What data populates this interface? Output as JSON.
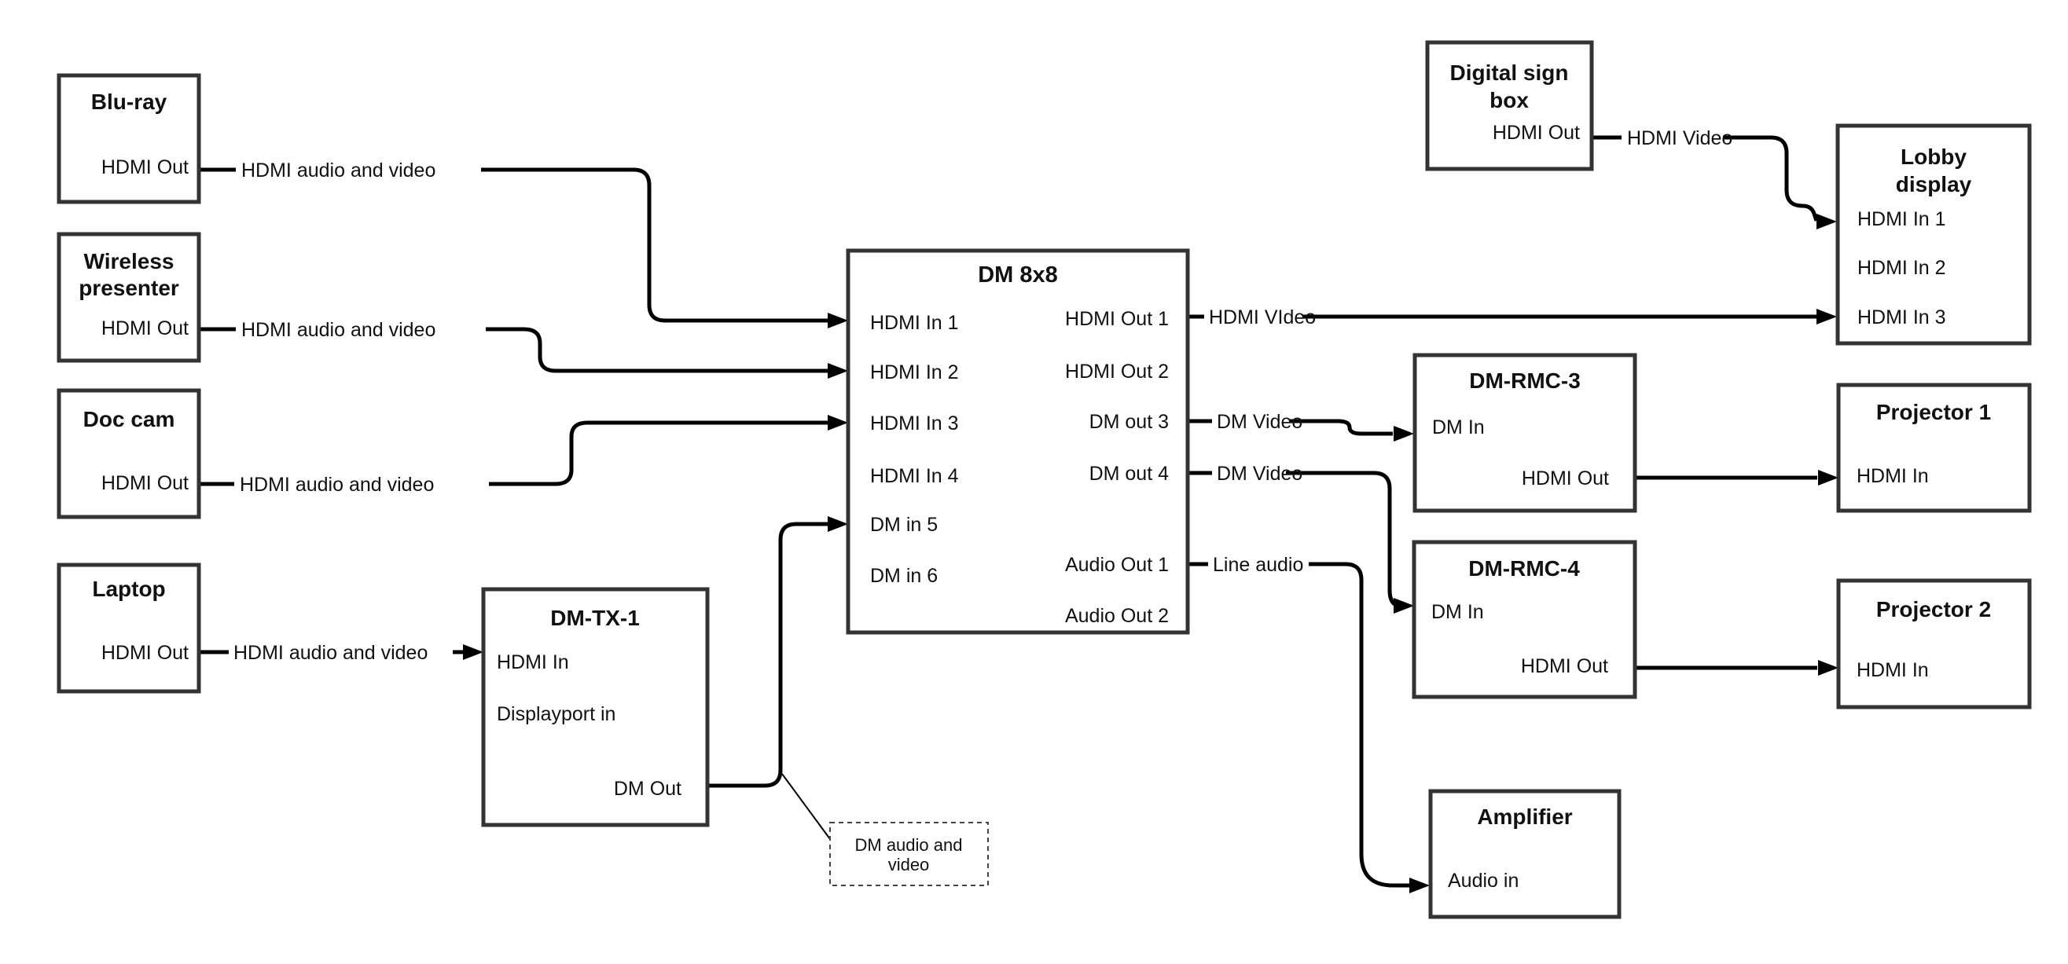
{
  "colors": {
    "background": "#ffffff",
    "wire": "#000000",
    "box_border": "#333333",
    "text": "#111111"
  },
  "boxes": {
    "bluray": {
      "title": "Blu-ray",
      "port_hdmi_out": "HDMI Out"
    },
    "wireless_presenter": {
      "title_line1": "Wireless",
      "title_line2": "presenter",
      "port_hdmi_out": "HDMI Out"
    },
    "doc_cam": {
      "title": "Doc cam",
      "port_hdmi_out": "HDMI Out"
    },
    "laptop": {
      "title": "Laptop",
      "port_hdmi_out": "HDMI Out"
    },
    "dm_tx_1": {
      "title": "DM-TX-1",
      "port_hdmi_in": "HDMI In",
      "port_displayport_in": "Displayport in",
      "port_dm_out": "DM Out"
    },
    "dm_8x8": {
      "title": "DM 8x8",
      "port_hdmi_in_1": "HDMI In 1",
      "port_hdmi_in_2": "HDMI In 2",
      "port_hdmi_in_3": "HDMI In 3",
      "port_hdmi_in_4": "HDMI In 4",
      "port_dm_in_5": "DM in 5",
      "port_dm_in_6": "DM in 6",
      "port_hdmi_out_1": "HDMI Out 1",
      "port_hdmi_out_2": "HDMI Out 2",
      "port_dm_out_3": "DM out 3",
      "port_dm_out_4": "DM out 4",
      "port_audio_out_1": "Audio Out 1",
      "port_audio_out_2": "Audio Out 2"
    },
    "digital_sign_box": {
      "title_line1": "Digital sign",
      "title_line2": "box",
      "port_hdmi_out": "HDMI Out"
    },
    "lobby_display": {
      "title_line1": "Lobby",
      "title_line2": "display",
      "port_hdmi_in_1": "HDMI In 1",
      "port_hdmi_in_2": "HDMI In 2",
      "port_hdmi_in_3": "HDMI In 3"
    },
    "dm_rmc_3": {
      "title": "DM-RMC-3",
      "port_dm_in": "DM In",
      "port_hdmi_out": "HDMI Out"
    },
    "dm_rmc_4": {
      "title": "DM-RMC-4",
      "port_dm_in": "DM In",
      "port_hdmi_out": "HDMI Out"
    },
    "projector_1": {
      "title": "Projector 1",
      "port_hdmi_in": "HDMI In"
    },
    "projector_2": {
      "title": "Projector 2",
      "port_hdmi_in": "HDMI In"
    },
    "amplifier": {
      "title": "Amplifier",
      "port_audio_in": "Audio in"
    }
  },
  "wire_labels": {
    "bluray_to_dm8x8": "HDMI audio and video",
    "wireless_to_dm8x8": "HDMI audio and video",
    "doccam_to_dm8x8": "HDMI audio and video",
    "laptop_to_dmtx1": "HDMI audio and video",
    "hdmi_out_1_to_lobby": "HDMI VIdeo",
    "dm_out_3_to_rmc3": "DM Video",
    "dm_out_4_to_rmc4": "DM Video",
    "audio_out_1_to_amp": "Line audio",
    "digital_sign_to_lobby": "HDMI Video"
  },
  "note": {
    "line1": "DM audio and",
    "line2": "video"
  }
}
